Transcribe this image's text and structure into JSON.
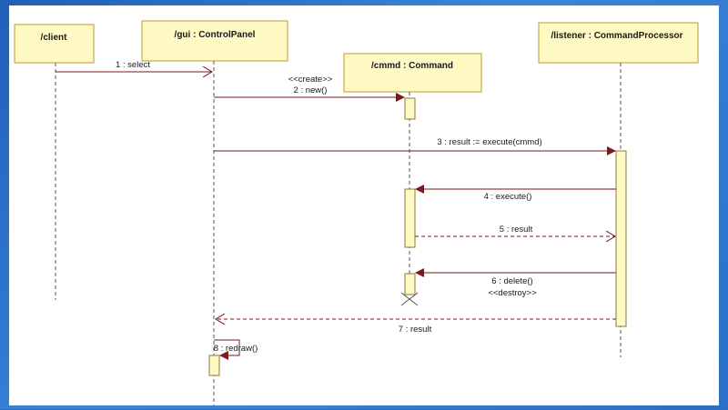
{
  "colors": {
    "frame": "#2a6fc4",
    "lifeline_fill": "#fff9c4",
    "lifeline_border": "#b89b2e",
    "message": "#7a1a1a"
  },
  "lifelines": {
    "client": "/client",
    "gui": "/gui : ControlPanel",
    "cmmd": "/cmmd : Command",
    "listener": "/listener : CommandProcessor"
  },
  "messages": {
    "m1": "1 : select",
    "m2_stereotype": "<<create>>",
    "m2": "2 : new()",
    "m3": "3 : result := execute(cmmd)",
    "m4": "4 : execute()",
    "m5": "5 : result",
    "m6": "6 : delete()",
    "m6_stereotype": "<<destroy>>",
    "m7": "7 : result",
    "m8": "8 : redraw()"
  }
}
